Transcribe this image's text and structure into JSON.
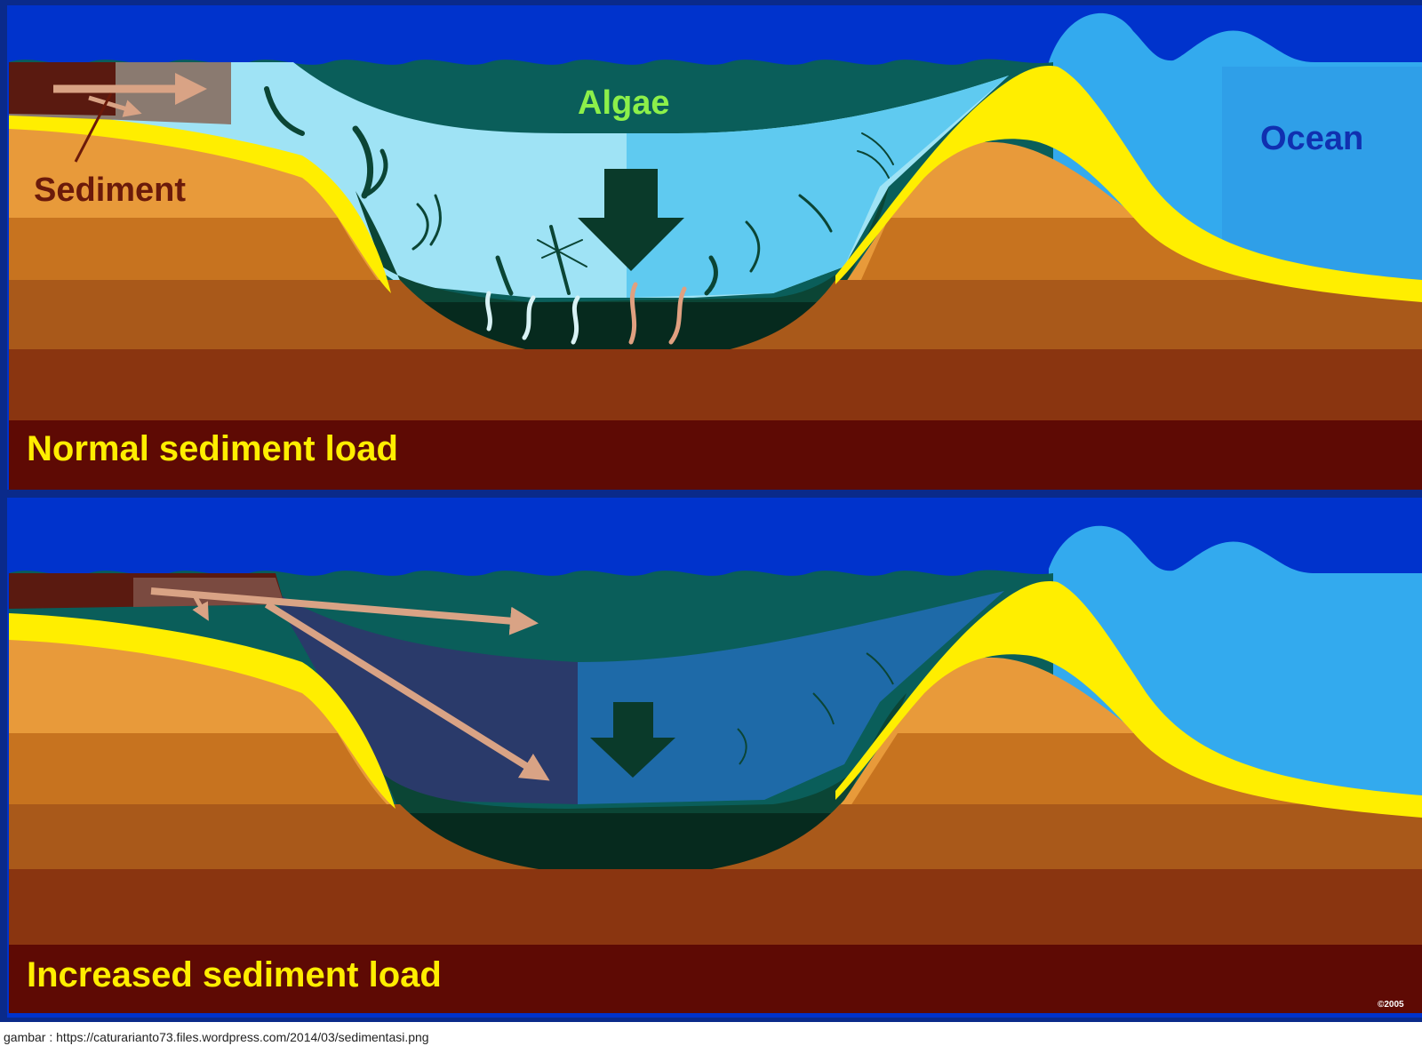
{
  "labels": {
    "sediment": "Sediment",
    "algae": "Algae",
    "ocean": "Ocean"
  },
  "panels": {
    "top_title": "Normal sediment load",
    "bottom_title": "Increased sediment load"
  },
  "copyright_mark": "©2005",
  "caption": "gambar : https://caturarianto73.files.wordpress.com/2014/03/sedimentasi.png",
  "colors": {
    "sky": "#0033cc",
    "bay_dark": "#0a5e5a",
    "bay_light": "#9fe3f5",
    "ocean": "#33aaee",
    "sand": "#ffee00",
    "soil_light": "#e89a3a",
    "soil_mid": "#c7731f",
    "soil_dark": "#a0501a",
    "soil_deep": "#7a2a0a",
    "bedrock": "#5e0a04",
    "arrow": "#d9a385",
    "sediment_label": "#6b1a0a",
    "algae_label": "#8cf04a",
    "ocean_label": "#1030b0",
    "title_text": "#ffee00"
  }
}
